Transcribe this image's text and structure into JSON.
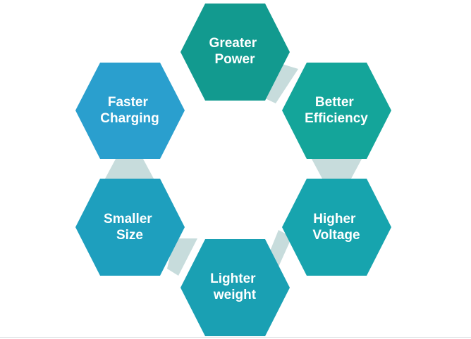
{
  "diagram": {
    "nodes": [
      {
        "id": "greater-power",
        "lines": [
          "Greater",
          "Power"
        ],
        "color": "#129a8f"
      },
      {
        "id": "better-efficiency",
        "lines": [
          "Better",
          "Efficiency"
        ],
        "color": "#14a59a"
      },
      {
        "id": "higher-voltage",
        "lines": [
          "Higher",
          "Voltage"
        ],
        "color": "#17a4ae"
      },
      {
        "id": "lighter-weight",
        "lines": [
          "Lighter",
          "weight"
        ],
        "color": "#1aa0b3"
      },
      {
        "id": "smaller-size",
        "lines": [
          "Smaller",
          "Size"
        ],
        "color": "#1e9fbe"
      },
      {
        "id": "faster-charging",
        "lines": [
          "Faster",
          "Charging"
        ],
        "color": "#2a9fce"
      }
    ],
    "connector_color": "#c7dcdc"
  }
}
